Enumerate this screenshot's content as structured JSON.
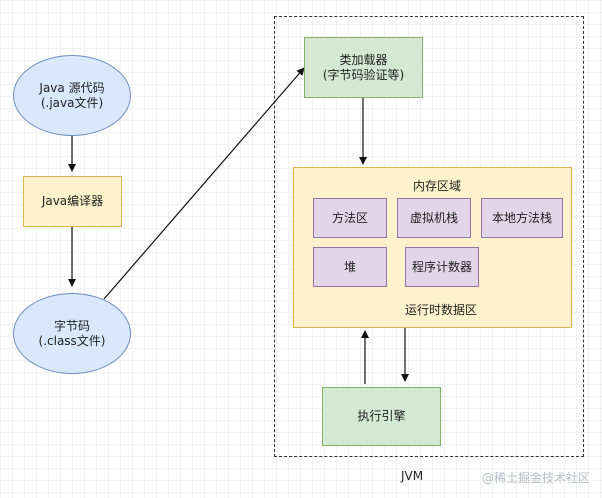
{
  "diagram": {
    "java_source": "Java 源代码\n(.java文件)",
    "java_compiler": "Java编译器",
    "bytecode": "字节码\n(.class文件)",
    "class_loader": "类加载器\n(字节码验证等)",
    "runtime_data_area": {
      "title": "内存区域",
      "footer": "运行时数据区",
      "method_area": "方法区",
      "vm_stack": "虚拟机栈",
      "native_method_stack": "本地方法栈",
      "heap": "堆",
      "pc_register": "程序计数器"
    },
    "execution_engine": "执行引擎",
    "jvm_label": "JVM"
  },
  "watermark": "@稀土掘金技术社区"
}
